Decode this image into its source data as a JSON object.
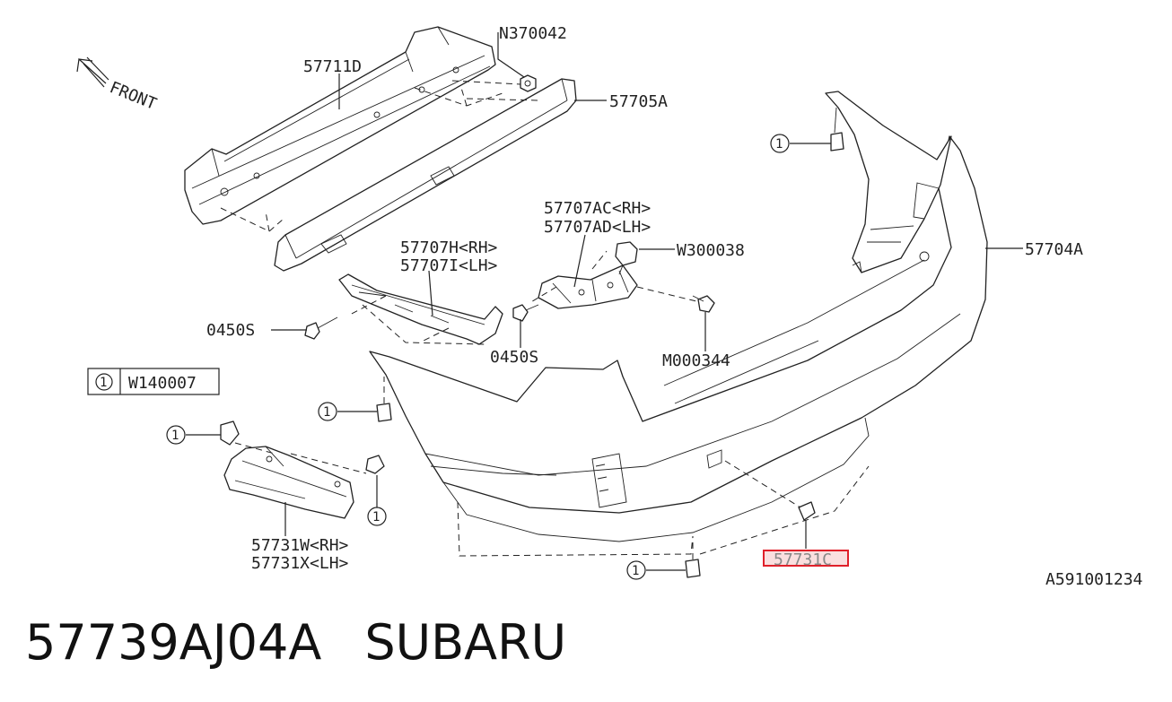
{
  "diagram": {
    "front_arrow_label": "FRONT",
    "reference_number": "A591001234",
    "legend": {
      "symbol": "1",
      "code": "W140007"
    },
    "callout_symbol": "1",
    "labels": {
      "n370042": "N370042",
      "p57711d": "57711D",
      "p57705a": "57705A",
      "p57704a": "57704A",
      "p57707ac": "57707AC<RH>",
      "p57707ad": "57707AD<LH>",
      "p57707h": "57707H<RH>",
      "p57707i": "57707I<LH>",
      "w300038": "W300038",
      "p0450s_left": "0450S",
      "p0450s_mid": "0450S",
      "m000344": "M000344",
      "p57731w": "57731W<RH>",
      "p57731x": "57731X<LH>",
      "p57731c": "57731C"
    },
    "highlighted_part": "57731C"
  },
  "caption": {
    "part_number": "57739AJ04A",
    "brand": "SUBARU"
  }
}
